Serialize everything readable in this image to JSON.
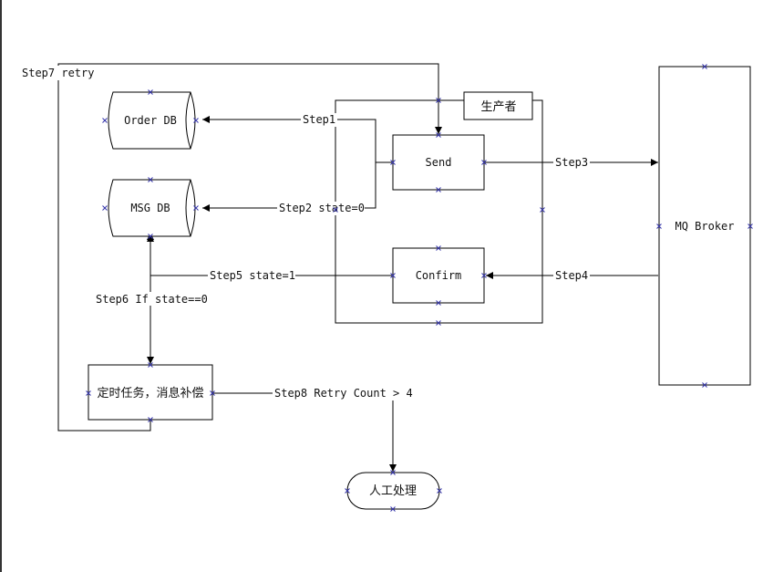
{
  "nodes": {
    "order_db": "Order DB",
    "msg_db": "MSG DB",
    "producer": "生产者",
    "send": "Send",
    "confirm": "Confirm",
    "mq_broker": "MQ Broker",
    "scheduler": "定时任务，消息补偿",
    "manual": "人工处理"
  },
  "edges": {
    "step1": "Step1",
    "step2": "Step2 state=0",
    "step3": "Step3",
    "step4": "Step4",
    "step5": "Step5 state=1",
    "step6": "Step6 If state==0",
    "step7": "Step7 retry",
    "step8": "Step8 Retry Count > 4"
  },
  "colors": {
    "stroke": "#000000",
    "connection_point": "#3333aa",
    "background": "#ffffff"
  }
}
